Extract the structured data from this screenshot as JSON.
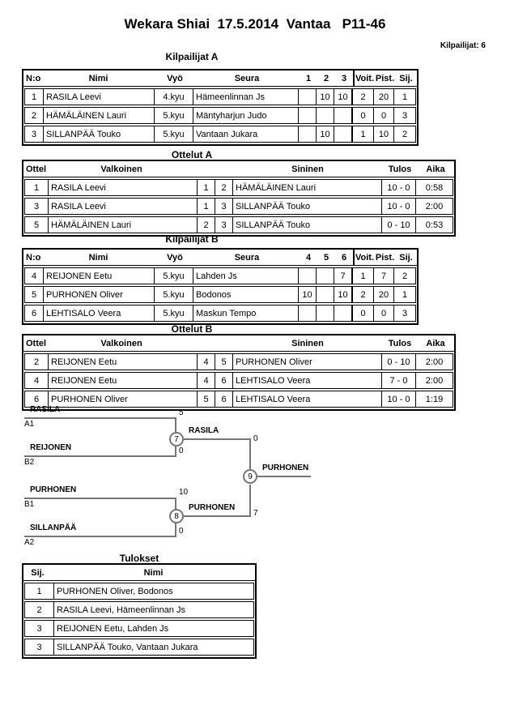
{
  "header": {
    "title": "Wekara Shiai  17.5.2014  Vantaa   P11-46",
    "competitors_label": "Kilpailijat: 6"
  },
  "pools": [
    {
      "title": "Kilpailijat A",
      "columns": [
        "N:o",
        "Nimi",
        "Vyö",
        "Seura",
        "1",
        "2",
        "3",
        "Voit.",
        "Pist.",
        "Sij."
      ],
      "rows": [
        [
          "1",
          "RASILA Leevi",
          "4.kyu",
          "Hämeenlinnan Js",
          "",
          "10",
          "10",
          "2",
          "20",
          "1"
        ],
        [
          "2",
          "HÄMÄLÄINEN Lauri",
          "5.kyu",
          "Mäntyharjun Judo",
          "",
          "",
          "",
          "0",
          "0",
          "3"
        ],
        [
          "3",
          "SILLANPÄÄ Touko",
          "5.kyu",
          "Vantaan Jukara",
          "",
          "10",
          "",
          "1",
          "10",
          "2"
        ]
      ]
    },
    {
      "title": "Kilpailijat B",
      "columns": [
        "N:o",
        "Nimi",
        "Vyö",
        "Seura",
        "4",
        "5",
        "6",
        "Voit.",
        "Pist.",
        "Sij."
      ],
      "rows": [
        [
          "4",
          "REIJONEN Eetu",
          "5.kyu",
          "Lahden Js",
          "",
          "",
          "7",
          "1",
          "7",
          "2"
        ],
        [
          "5",
          "PURHONEN Oliver",
          "5.kyu",
          "Bodonos",
          "10",
          "",
          "10",
          "2",
          "20",
          "1"
        ],
        [
          "6",
          "LEHTISALO Veera",
          "5.kyu",
          "Maskun Tempo",
          "",
          "",
          "",
          "0",
          "0",
          "3"
        ]
      ]
    }
  ],
  "match_tables": [
    {
      "title": "Ottelut A",
      "columns": [
        "Ottelu",
        "Valkoinen",
        "",
        "",
        "Sininen",
        "Tulos",
        "Aika"
      ],
      "rows": [
        [
          "1",
          "RASILA Leevi",
          "1",
          "2",
          "HÄMÄLÄINEN Lauri",
          "10 - 0",
          "0:58"
        ],
        [
          "3",
          "RASILA Leevi",
          "1",
          "3",
          "SILLANPÄÄ Touko",
          "10 - 0",
          "2:00"
        ],
        [
          "5",
          "HÄMÄLÄINEN Lauri",
          "2",
          "3",
          "SILLANPÄÄ Touko",
          "0 - 10",
          "0:53"
        ]
      ]
    },
    {
      "title": "Ottelut B",
      "columns": [
        "Ottelu",
        "Valkoinen",
        "",
        "",
        "Sininen",
        "Tulos",
        "Aika"
      ],
      "rows": [
        [
          "2",
          "REIJONEN Eetu",
          "4",
          "5",
          "PURHONEN Oliver",
          "0 - 10",
          "2:00"
        ],
        [
          "4",
          "REIJONEN Eetu",
          "4",
          "6",
          "LEHTISALO Veera",
          "7 - 0",
          "2:00"
        ],
        [
          "6",
          "PURHONEN Oliver",
          "5",
          "6",
          "LEHTISALO Veera",
          "10 - 0",
          "1:19"
        ]
      ]
    }
  ],
  "bracket": {
    "semi1": {
      "match_no": "7",
      "top": {
        "name": "RASILA",
        "seed": "A1",
        "score": "5"
      },
      "bottom": {
        "name": "REIJONEN",
        "seed": "B2",
        "score": "0"
      },
      "winner": {
        "name": "RASILA",
        "score": "0"
      }
    },
    "semi2": {
      "match_no": "8",
      "top": {
        "name": "PURHONEN",
        "seed": "B1",
        "score": "10"
      },
      "bottom": {
        "name": "SILLANPÄÄ",
        "seed": "A2",
        "score": "0"
      },
      "winner": {
        "name": "PURHONEN",
        "score": "7"
      }
    },
    "final": {
      "match_no": "9",
      "winner": {
        "name": "PURHONEN"
      }
    }
  },
  "results": {
    "title": "Tulokset",
    "columns": [
      "Sij.",
      "Nimi"
    ],
    "rows": [
      [
        "1",
        "PURHONEN Oliver, Bodonos"
      ],
      [
        "2",
        "RASILA Leevi, Hämeenlinnan Js"
      ],
      [
        "3",
        "REIJONEN Eetu, Lahden Js"
      ],
      [
        "3",
        "SILLANPÄÄ Touko, Vantaan Jukara"
      ]
    ]
  },
  "colors": {
    "bracket_line": "#757575",
    "text": "#000000",
    "background": "#ffffff"
  }
}
